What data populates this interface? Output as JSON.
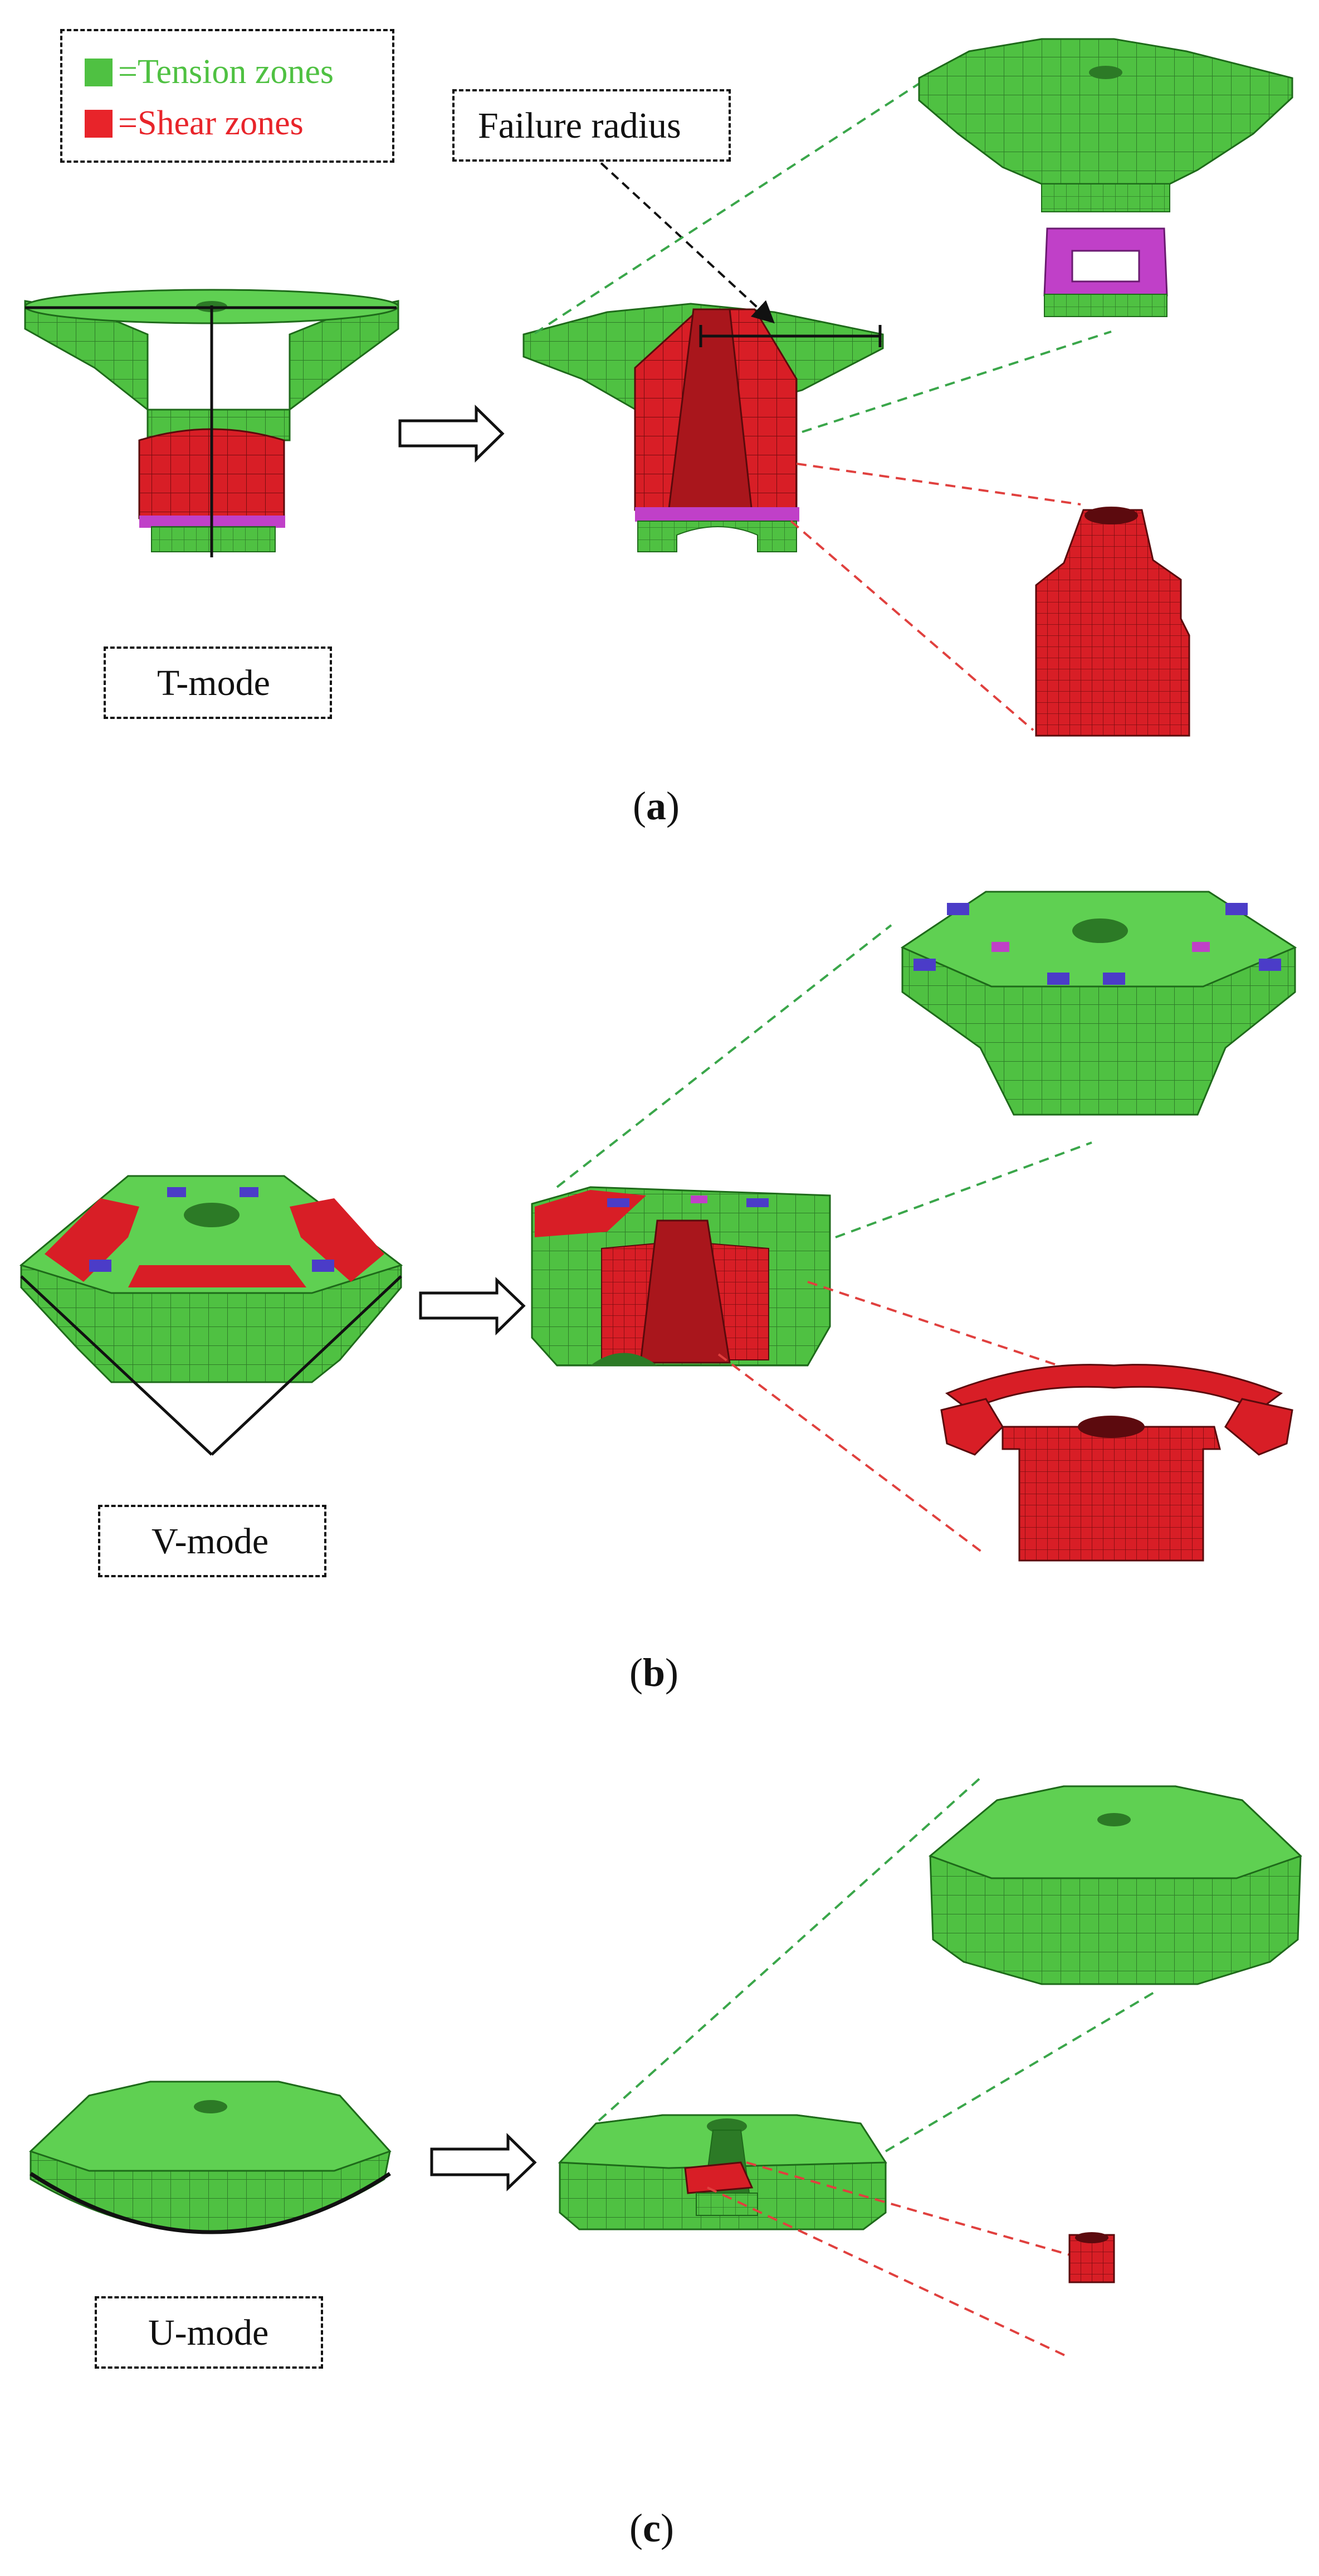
{
  "legend": {
    "tension_label": "=Tension zones",
    "shear_label": "=Shear zones",
    "tension_color": "#4fc142",
    "shear_color": "#e8242a"
  },
  "colors": {
    "tension": "#4fc142",
    "shear": "#d81e26",
    "magenta": "#c040c8",
    "blue": "#4b3cc8",
    "edge": "#1e6a1a",
    "guide_green": "#3aa64a",
    "guide_red": "#e0403e"
  },
  "annotations": {
    "failure_radius": "Failure radius"
  },
  "panels": {
    "a": {
      "mode_label": "T-mode",
      "caption_open": "(",
      "caption_letter": "a",
      "caption_close": ")"
    },
    "b": {
      "mode_label": "V-mode",
      "caption_open": "(",
      "caption_letter": "b",
      "caption_close": ")"
    },
    "c": {
      "mode_label": "U-mode",
      "caption_open": "(",
      "caption_letter": "c",
      "caption_close": ")"
    }
  }
}
